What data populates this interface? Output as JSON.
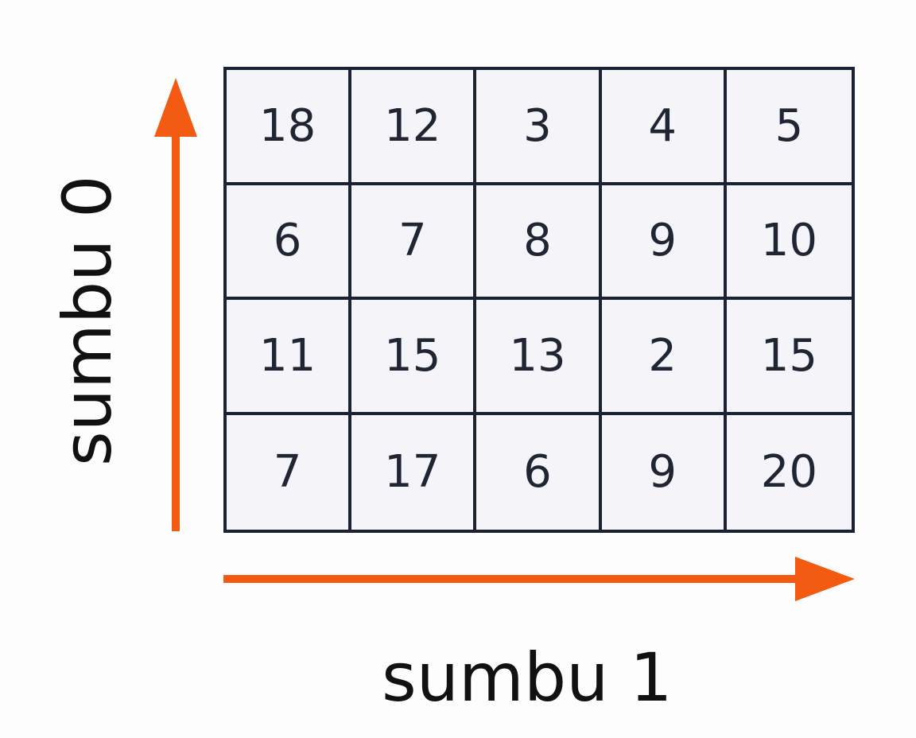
{
  "diagram": {
    "axis_0_label": "sumbu 0",
    "axis_1_label": "sumbu 1",
    "arrow_color": "#f35a12",
    "grid_line_color": "#1a2233",
    "matrix": [
      [
        "18",
        "12",
        "3",
        "4",
        "5"
      ],
      [
        "6",
        "7",
        "8",
        "9",
        "10"
      ],
      [
        "11",
        "15",
        "13",
        "2",
        "15"
      ],
      [
        "7",
        "17",
        "6",
        "9",
        "20"
      ]
    ]
  }
}
